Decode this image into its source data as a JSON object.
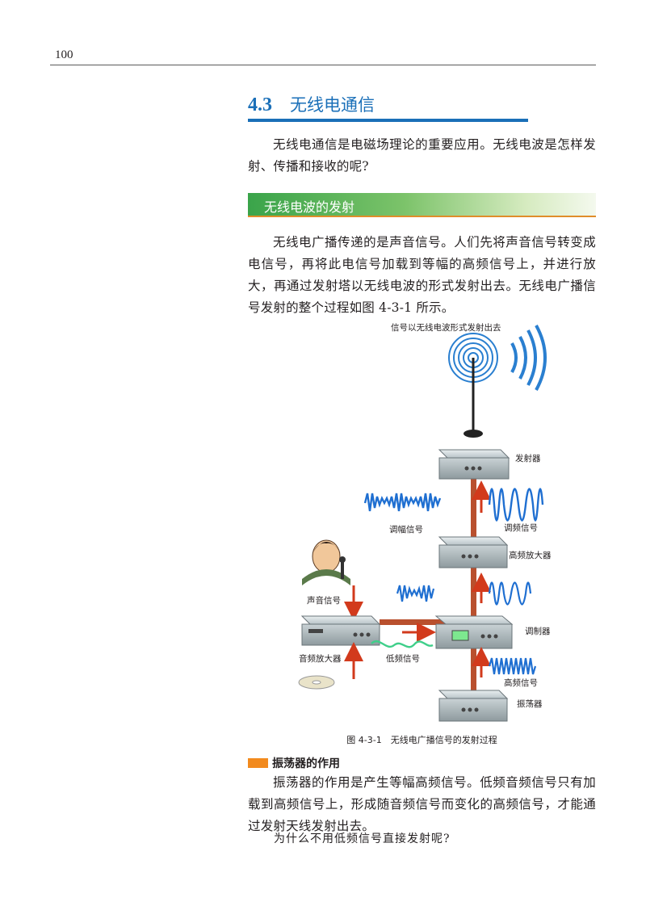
{
  "page": {
    "number": "100"
  },
  "section": {
    "number": "4.3",
    "title": "无线电通信"
  },
  "intro": "无线电通信是电磁场理论的重要应用。无线电波是怎样发射、传播和接收的呢?",
  "subsection": {
    "title": "无线电波的发射"
  },
  "body": "无线电广播传递的是声音信号。人们先将声音信号转变成电信号，再将此电信号加载到等幅的高频信号上，并进行放大，再通过发射塔以无线电波的形式发射出去。无线电广播信号发射的整个过程如图 4-3-1 所示。",
  "figure": {
    "caption": "图 4-3-1　无线电广播信号的发射过程",
    "labels": {
      "broadcast": "信号以无线电波形式发射出去",
      "transmitter": "发射器",
      "am_signal": "调幅信号",
      "fm_signal": "调频信号",
      "hf_amplifier": "高频放大器",
      "sound_signal": "声音信号",
      "modulator": "调制器",
      "audio_amplifier": "音频放大器",
      "low_freq_signal": "低频信号",
      "hf_signal": "高频信号",
      "oscillator": "振荡器"
    }
  },
  "box": {
    "heading": "振荡器的作用",
    "text": "振荡器的作用是产生等幅高频信号。低频音频信号只有加载到高频信号上，形成随音频信号而变化的高频信号，才能通过发射天线发射出去。",
    "question": "为什么不用低频信号直接发射呢?"
  },
  "colors": {
    "accent_blue": "#1a6fb8",
    "subheading_green": "#3aa44a",
    "marker_orange": "#f28a1e"
  }
}
